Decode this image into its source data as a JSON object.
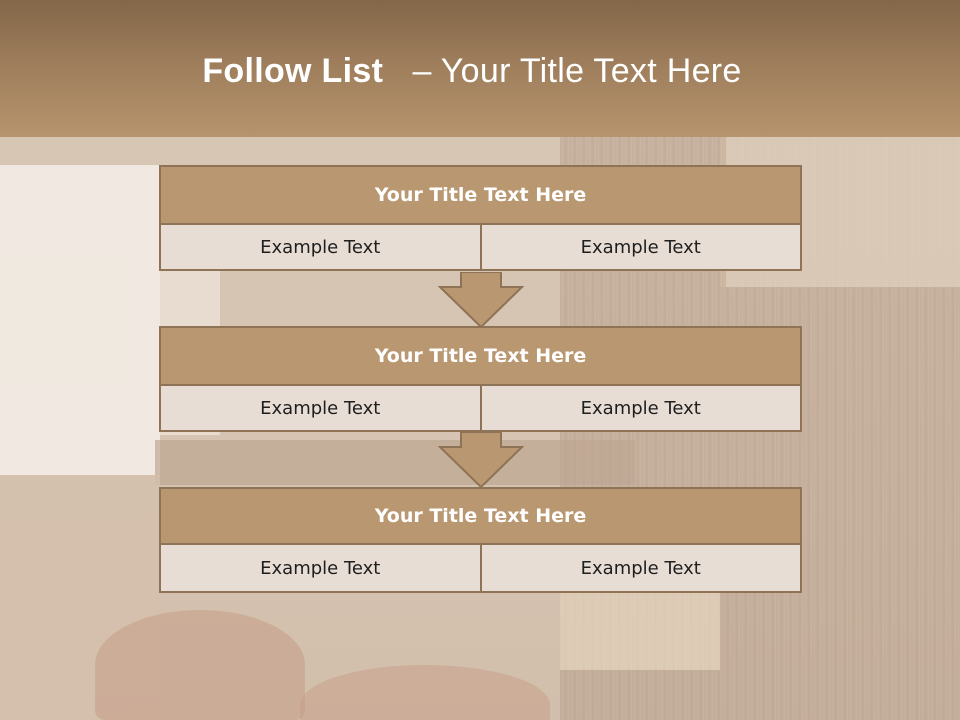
{
  "slide": {
    "title_bold": "Follow List",
    "title_rest": "– Your Title Text Here"
  },
  "blocks": [
    {
      "title": "Your Title Text Here",
      "left": "Example Text",
      "right": "Example Text"
    },
    {
      "title": "Your Title Text Here",
      "left": "Example Text",
      "right": "Example Text"
    },
    {
      "title": "Your Title Text Here",
      "left": "Example Text",
      "right": "Example Text"
    }
  ],
  "colors": {
    "header": "#a07f5d",
    "block_title": "#b99871",
    "cell": "#e8ddd4",
    "border": "#8f7356"
  }
}
